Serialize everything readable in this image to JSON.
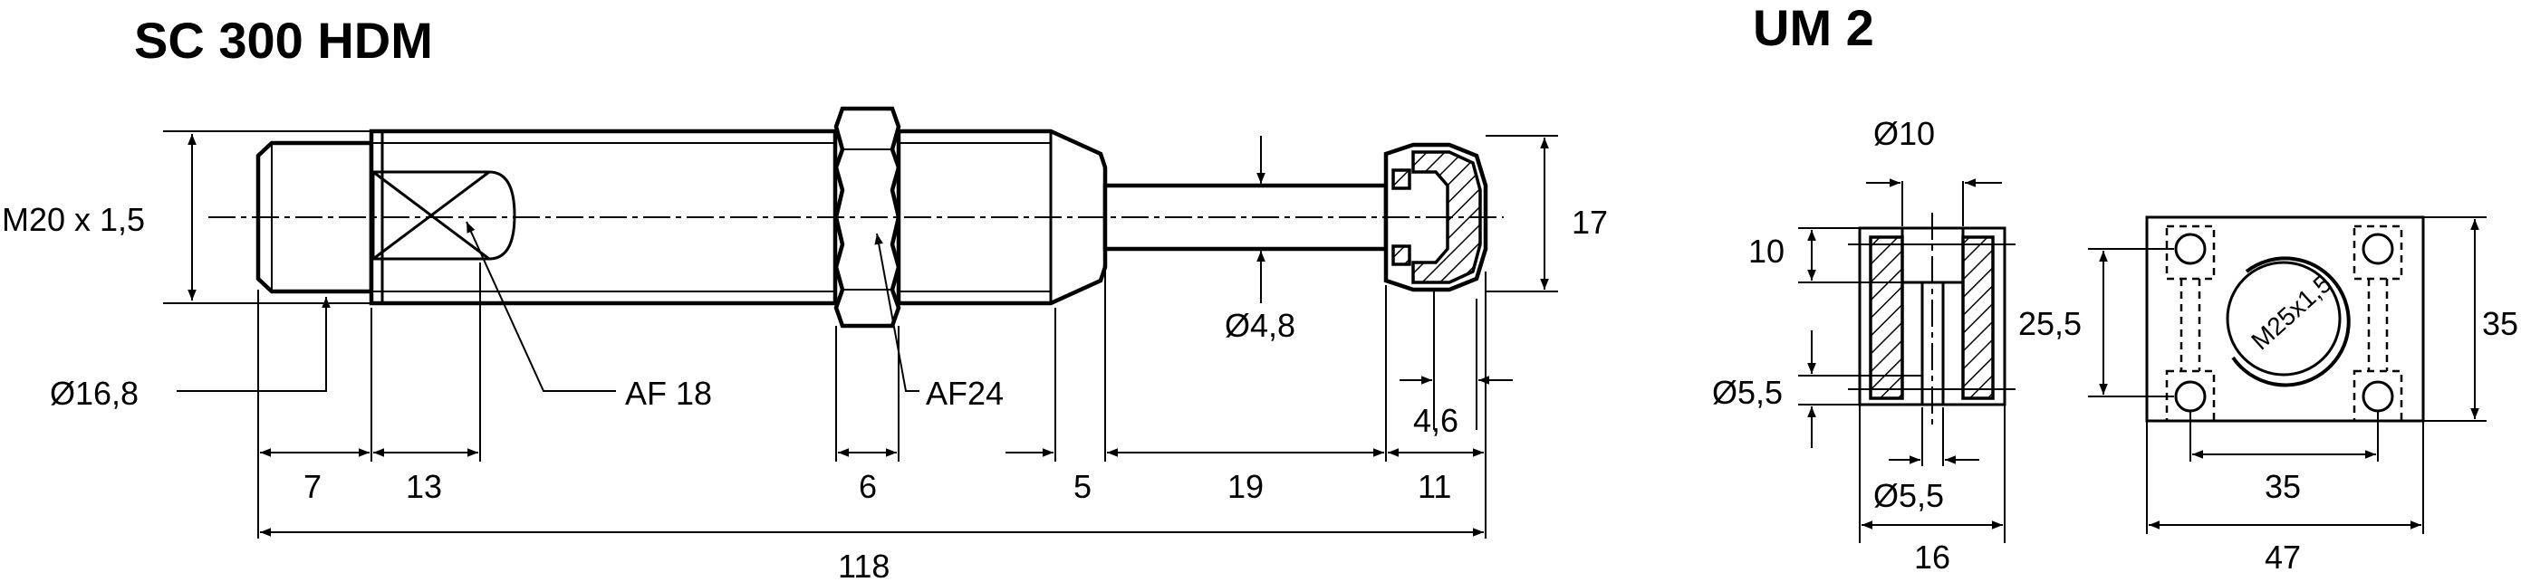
{
  "titles": {
    "shock_absorber": "SC 300 HDM",
    "mounting_block": "UM 2"
  },
  "shock_absorber": {
    "thread_label": "M20 x 1,5",
    "diameter_body": "Ø16,8",
    "wrench_flat": "AF 18",
    "nut_wrench": "AF24",
    "rod_diameter": "Ø4,8",
    "cap_height": "17",
    "cap_offset": "4,6",
    "lengths": [
      "7",
      "13",
      "6",
      "5",
      "19",
      "11"
    ],
    "overall_length": "118"
  },
  "mounting_block": {
    "bore": "Ø10",
    "counterbore_depth": "10",
    "hole": "Ø5,5",
    "hole_bottom": "Ø5,5",
    "side_width": "16",
    "hole_spacing_v": "25,5",
    "height": "35",
    "hole_spacing_h": "35",
    "width": "47",
    "thread": "M25x1,5"
  }
}
